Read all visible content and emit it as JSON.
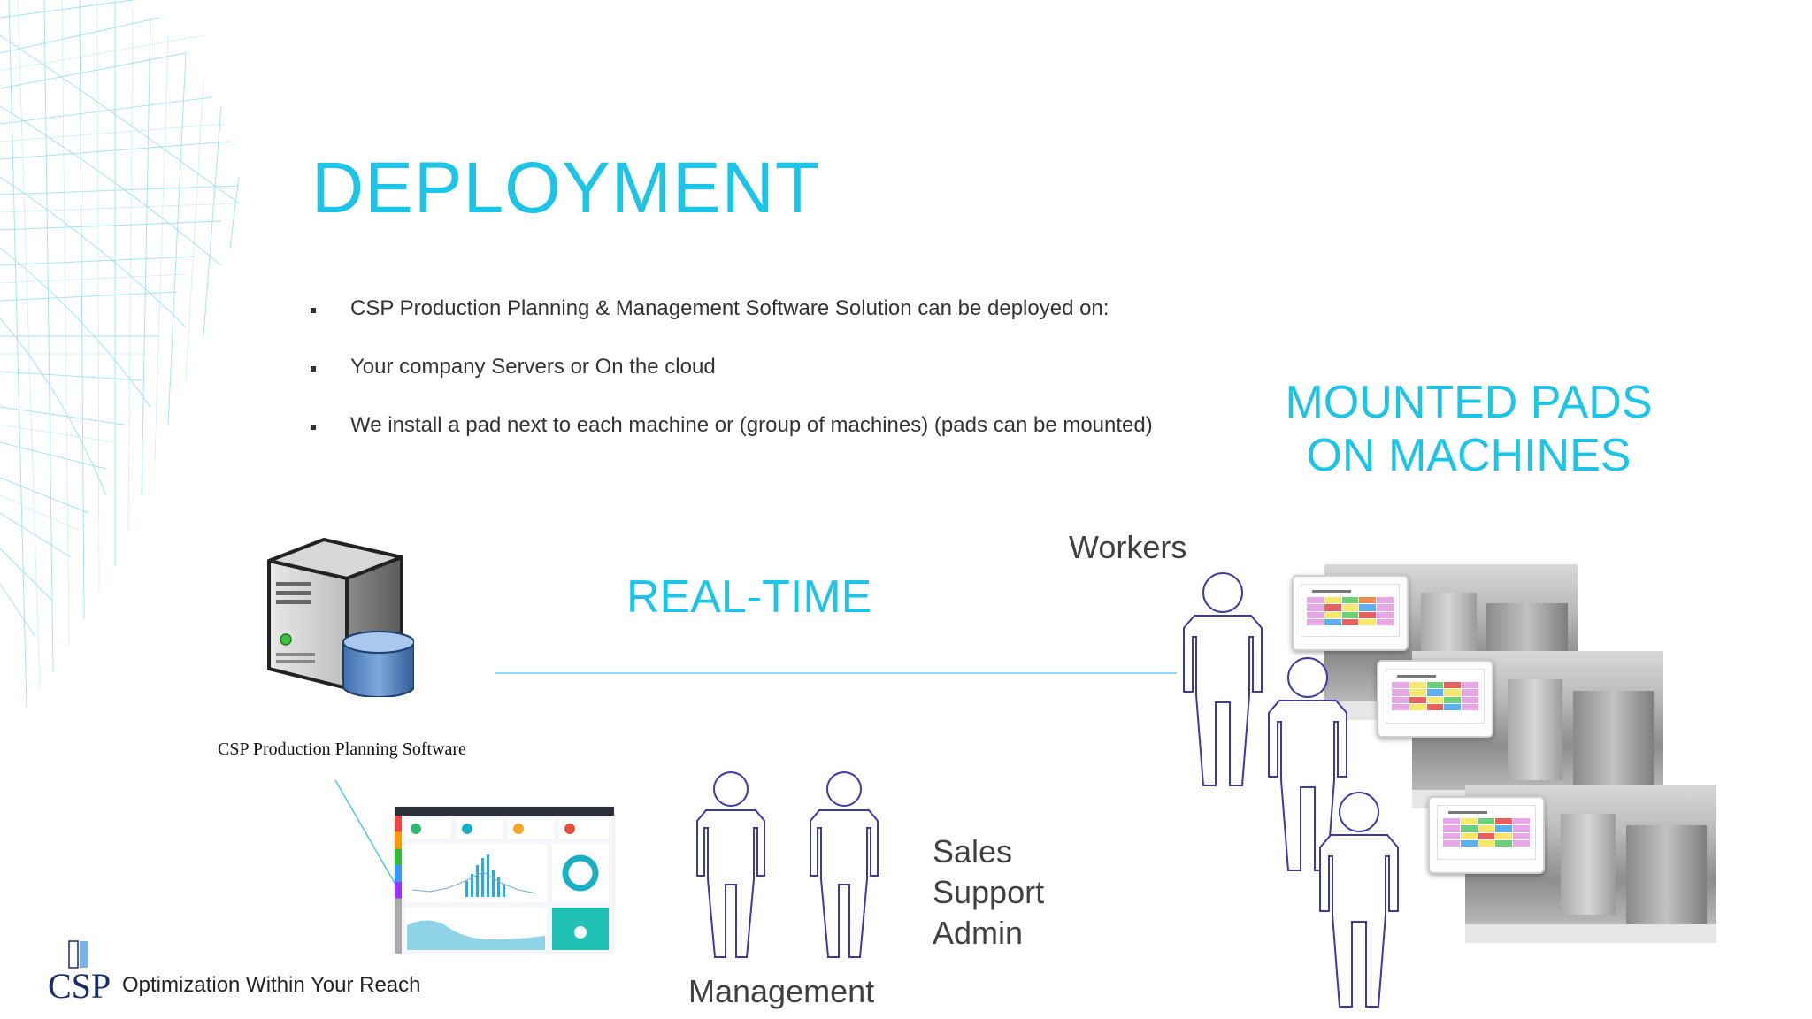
{
  "slide": {
    "title": "DEPLOYMENT",
    "bullets": [
      "CSP Production Planning & Management Software Solution can be deployed on:",
      "Your company Servers or On the cloud",
      "We install a pad next to each machine or (group of machines) (pads can be mounted)"
    ],
    "realtime": "REAL-TIME",
    "mounted_line1": "MOUNTED PADS",
    "mounted_line2": "ON MACHINES",
    "workers": "Workers",
    "server_caption": "CSP Production Planning Software",
    "roles": [
      "Sales",
      "Support",
      "Admin"
    ],
    "management": "Management"
  },
  "footer": {
    "logo_text": "CSP",
    "tagline": "Optimization Within Your Reach"
  },
  "colors": {
    "accent": "#1cc4e8",
    "person_outline": "#3a3aa8",
    "text": "#333333"
  },
  "icons": {
    "server": "server-database-icon",
    "person": "person-outline-icon"
  }
}
